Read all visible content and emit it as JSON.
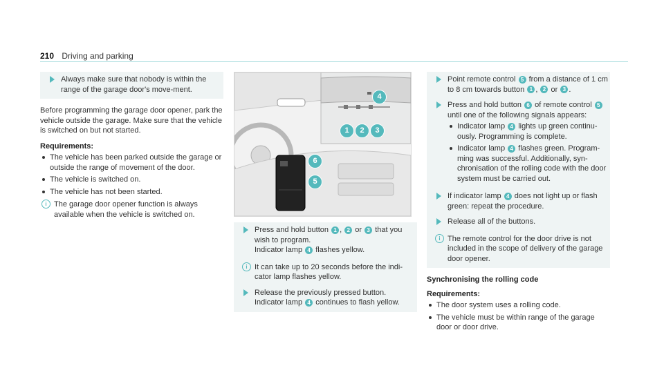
{
  "header": {
    "page_number": "210",
    "section": "Driving and parking"
  },
  "col1": {
    "step1": "Always make sure that nobody is within the range of the garage door's move-ment.",
    "para": "Before programming the garage door opener, park the vehicle outside the garage. Make sure that the vehicle is switched on but not started.",
    "requirements_title": "Requirements:",
    "requirements": [
      "The vehicle has been parked outside the garage or outside the range of movement of the door.",
      "The vehicle is switched on.",
      "The vehicle has not been started."
    ],
    "note": "The garage door opener function is always available when the vehicle is switched on."
  },
  "figure": {
    "callouts": [
      "1",
      "2",
      "3",
      "4",
      "5",
      "6"
    ]
  },
  "col2": {
    "step_press_a": "Press and hold button",
    "step_press_b": "that you wish to program.",
    "step_press_c": "Indicator lamp",
    "step_press_d": "flashes yellow.",
    "or": "or",
    "note": "It can take up to 20 seconds before the indi-cator lamp flashes yellow.",
    "step_release_a": "Release the previously pressed button.",
    "step_release_b": "Indicator lamp",
    "step_release_c": "continues to flash yellow."
  },
  "col3": {
    "point_a": "Point remote control",
    "point_b": "from a distance of 1 cm to 8 cm towards button",
    "press_a": "Press and hold button",
    "press_b": "of remote control",
    "press_c": "until one of the following signals appears:",
    "signal1_a": "Indicator lamp",
    "signal1_b": "lights up green continu-ously. Programming is complete.",
    "signal2_a": "Indicator lamp",
    "signal2_b": "flashes green. Program-ming was successful. Additionally, syn-chronisation of the rolling code with the door system must be carried out.",
    "ifnot_a": "If indicator lamp",
    "ifnot_b": "does not light up or flash green: repeat the procedure.",
    "release_all": "Release all of the buttons.",
    "note": "The remote control for the door drive is not included in the scope of delivery of the garage door opener.",
    "sync_title": "Synchronising the rolling code",
    "requirements_title": "Requirements:",
    "requirements": [
      "The door system uses a rolling code.",
      "The vehicle must be within range of the garage door or door drive."
    ]
  },
  "colors": {
    "accent": "#54b9bc",
    "box_bg": "#eff4f4"
  }
}
